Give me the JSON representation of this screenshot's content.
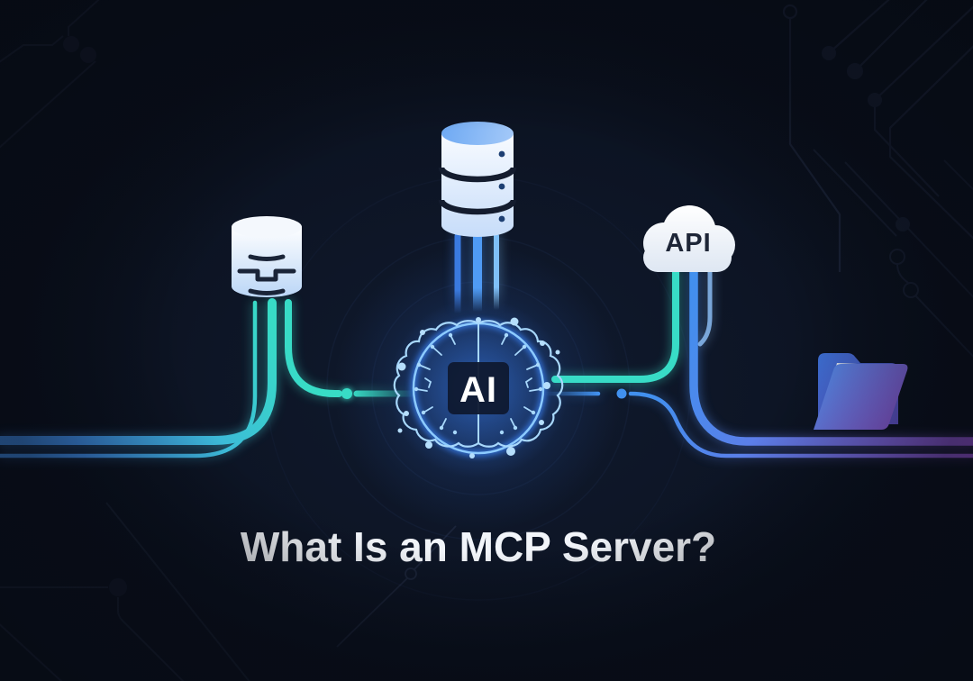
{
  "canvas": {
    "background": "#0b101c"
  },
  "title": {
    "text": "What Is an MCP Server?",
    "color": "#f2f5fa"
  },
  "core": {
    "label": "AI",
    "label_color": "#ffffff",
    "ring_color": "#8ccaff",
    "glow_color": "#2f6fe0"
  },
  "api_cloud": {
    "label": "API",
    "label_color": "#1e2637"
  },
  "colors": {
    "teal": "#38dcc6",
    "blue": "#4190ee",
    "light_blue": "#7fc0f8",
    "deep_blue": "#3a7ae0",
    "purple": "#a35ae6",
    "trace": "#232d45"
  },
  "icons": {
    "database_top": "database-icon",
    "database_left": "database-icon",
    "cloud": "api-cloud-icon",
    "folder": "folder-icon",
    "brain": "ai-brain-icon"
  }
}
